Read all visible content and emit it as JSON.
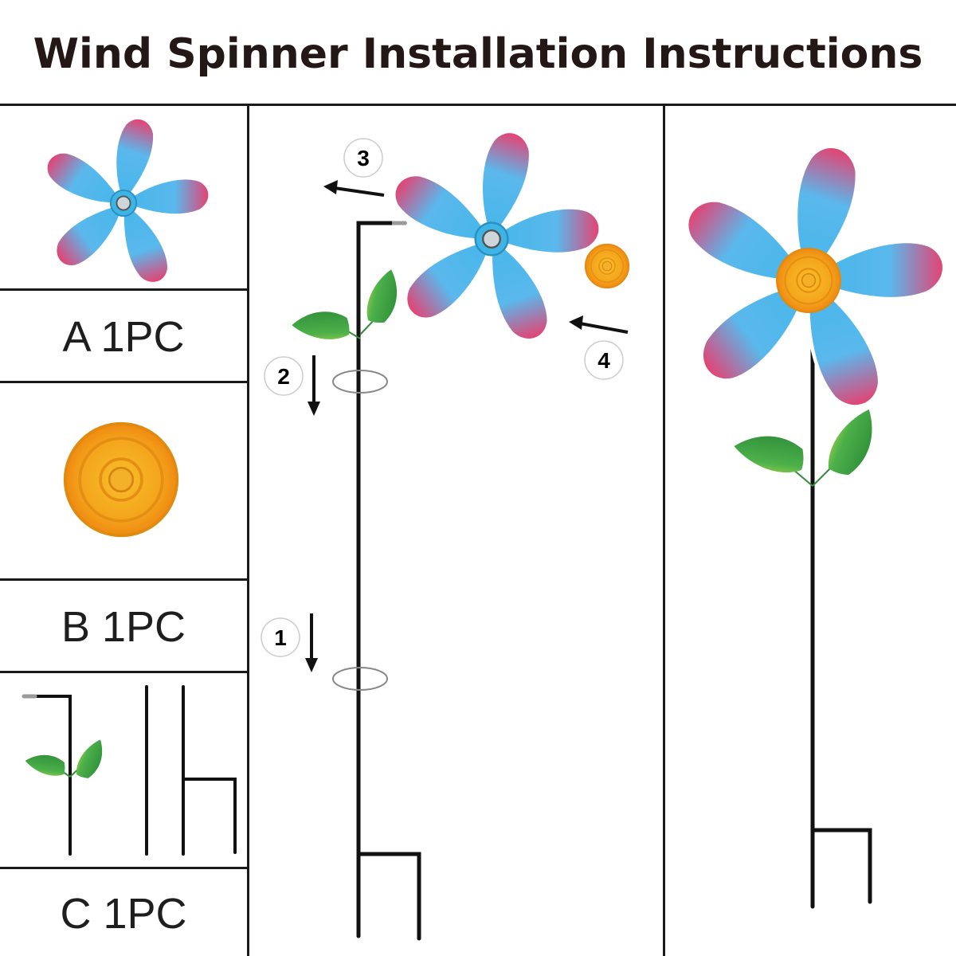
{
  "title": "Wind Spinner Installation Instructions",
  "parts": [
    {
      "label": "A 1PC"
    },
    {
      "label": "B 1PC"
    },
    {
      "label": "C 1PC"
    }
  ],
  "steps": [
    "1",
    "2",
    "3",
    "4"
  ],
  "colors": {
    "petal_blue": "#3aaee8",
    "petal_pink": "#e83e73",
    "center_orange": "#f5a41f",
    "leaf_green": "#2f9a3a",
    "stake_black": "#111111"
  }
}
